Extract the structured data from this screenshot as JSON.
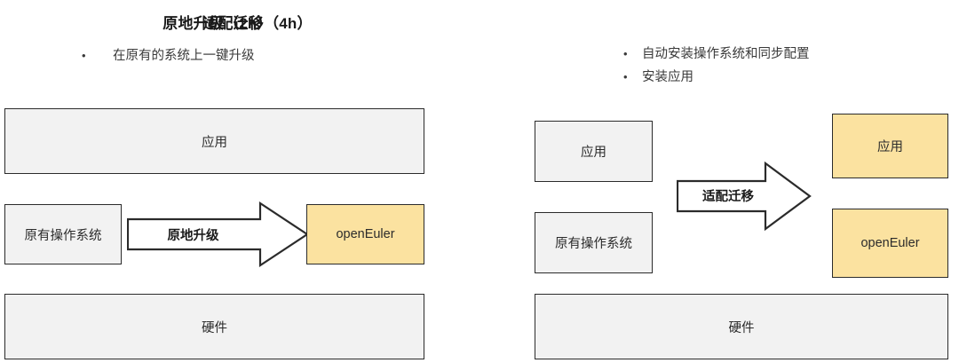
{
  "panels": [
    {
      "id": "in-place-upgrade",
      "title": "原地升级（2h）",
      "bullets": [
        "在原有的系统上一键升级"
      ],
      "arrow_label": "原地升级",
      "boxes": {
        "app": "应用",
        "legacy_os": "原有操作系统",
        "openeuler": "openEuler",
        "hardware": "硬件"
      }
    },
    {
      "id": "adaptive-migration",
      "title": "适配迁移（4h）",
      "bullets": [
        "自动安装操作系统和同步配置",
        "安装应用"
      ],
      "arrow_label": "适配迁移",
      "boxes": {
        "app": "应用",
        "legacy_os": "原有操作系统",
        "target_app": "应用",
        "openeuler": "openEuler",
        "hardware": "硬件"
      }
    }
  ],
  "bullet_marker": "•",
  "colors": {
    "background": "#ffffff",
    "box_gray_fill": "#f2f2f2",
    "box_yellow_fill": "#fbe2a0",
    "box_border": "#2b2b2b",
    "text": "#2b2b2b",
    "arrow_fill": "#ffffff",
    "arrow_stroke": "#2b2b2b"
  }
}
